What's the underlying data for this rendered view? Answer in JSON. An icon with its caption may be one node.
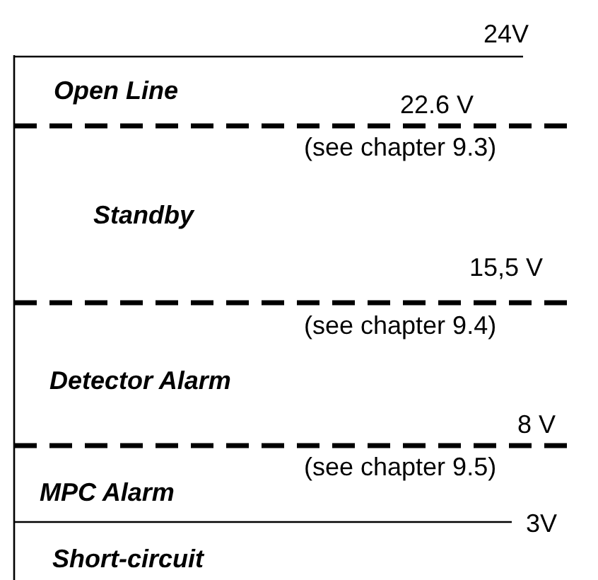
{
  "diagram": {
    "labels": [
      "24V",
      "Open Line",
      "22.6 V",
      "(see chapter 9.3)",
      "Standby",
      "15,5 V",
      "(see chapter 9.4)",
      "Detector Alarm",
      "8 V",
      "(see chapter 9.5)",
      "MPC Alarm",
      "3V",
      "Short-circuit"
    ]
  }
}
